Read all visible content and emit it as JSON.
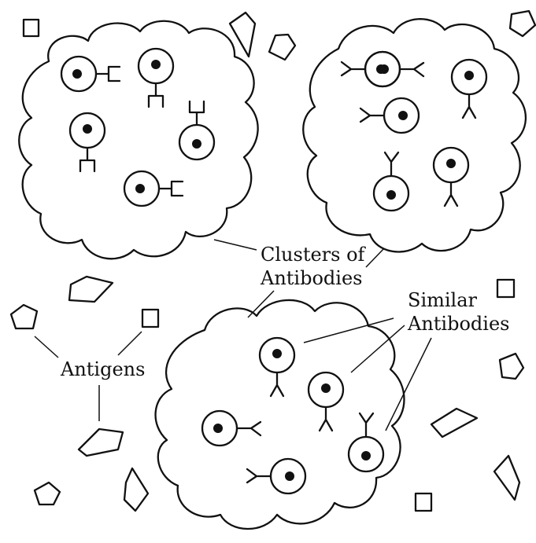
{
  "labels": {
    "clusters_line1": "Clusters of",
    "clusters_line2": "Antibodies",
    "similar_line1": "Similar",
    "similar_line2": "Antibodies",
    "antigens": "Antigens"
  },
  "colors": {
    "ink": "#111111",
    "background": "#ffffff"
  },
  "icons": [
    "cloud-cluster",
    "antibody-cell",
    "antigen-square",
    "antigen-pentagon",
    "antigen-polygon"
  ]
}
